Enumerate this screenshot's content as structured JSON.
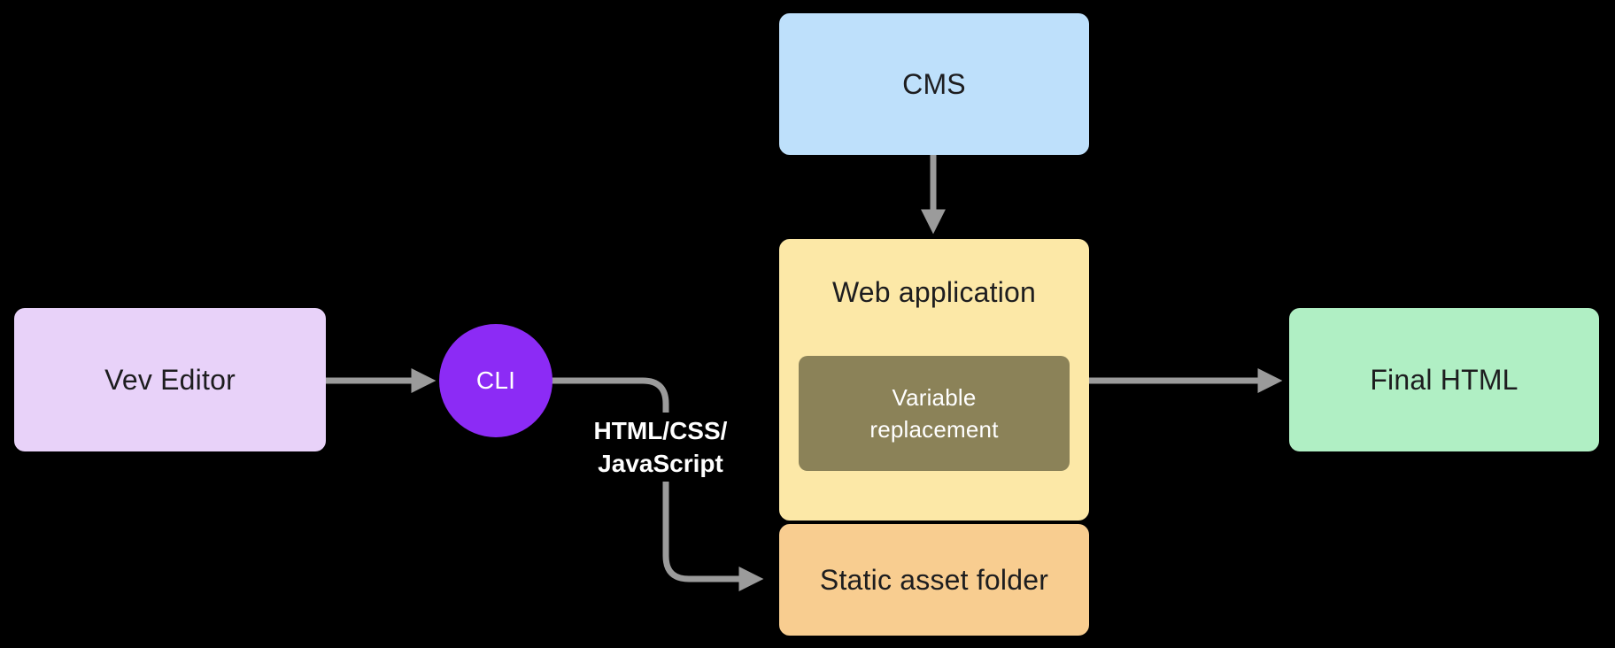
{
  "diagram": {
    "background": "#000000",
    "connector_color": "#9b9b9b",
    "nodes": {
      "vev_editor": {
        "label": "Vev Editor",
        "bg": "#e8d2f9",
        "text": "#1d1d1f"
      },
      "cli": {
        "label": "CLI",
        "bg": "#8c2bf5",
        "text": "#ffffff"
      },
      "cms": {
        "label": "CMS",
        "bg": "#bee0fb",
        "text": "#1d1d1f"
      },
      "web_application": {
        "label": "Web application",
        "bg": "#fce8a7",
        "text": "#1d1d1f"
      },
      "variable_replacement": {
        "label": "Variable replacement",
        "bg": "#8b8258",
        "text": "#ffffff"
      },
      "static_asset_folder": {
        "label": "Static asset folder",
        "bg": "#f8cd90",
        "text": "#1d1d1f"
      },
      "final_html": {
        "label": "Final HTML",
        "bg": "#b0efc4",
        "text": "#1d1d1f"
      }
    },
    "edge_labels": {
      "cli_output_line1": "HTML/CSS/",
      "cli_output_line2": "JavaScript"
    }
  }
}
